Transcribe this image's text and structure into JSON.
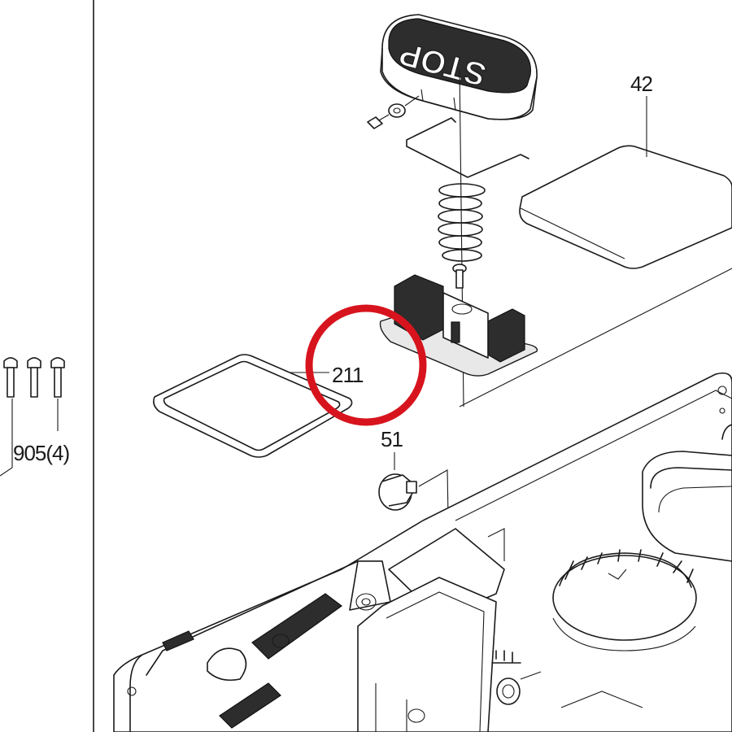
{
  "diagram": {
    "part_labels": {
      "p42": "42",
      "p211": "211",
      "p51": "51",
      "p905": "905(4)"
    },
    "stop_button_text": "STOP",
    "highlight_color": "#d7141d",
    "line_color": "#1a1a1a",
    "highlighted_part": "211"
  }
}
